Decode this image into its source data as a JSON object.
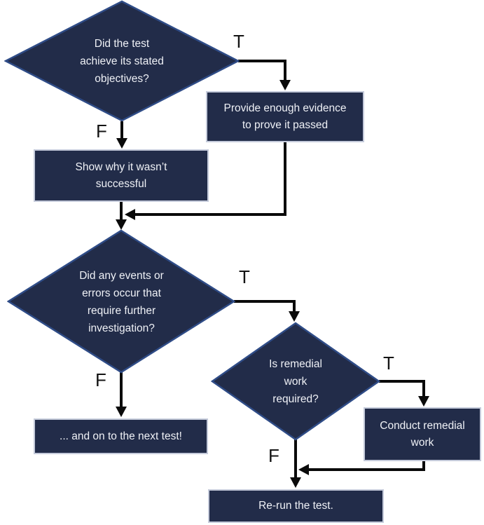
{
  "colors": {
    "shape_fill": "#222C49",
    "diamond_border": "#2F4C87",
    "box_border": "#C4CADA",
    "node_text": "#EFF1F6",
    "connector": "#0A0A0A",
    "background": "#FFFFFF"
  },
  "nodes": {
    "decision1": {
      "label": "Did the test\nachieve its stated\nobjectives?"
    },
    "box_evidence": {
      "label": "Provide enough evidence\nto prove it passed"
    },
    "box_show_why": {
      "label": "Show why it wasn’t\nsuccessful"
    },
    "decision2": {
      "label": "Did any events or\nerrors occur that\nrequire further\ninvestigation?"
    },
    "decision3": {
      "label": "Is remedial\nwork\nrequired?"
    },
    "box_next_test": {
      "label": "... and on to the next test!"
    },
    "box_conduct": {
      "label": "Conduct remedial\nwork"
    },
    "box_rerun": {
      "label": "Re-run the test."
    }
  },
  "branch_labels": {
    "d1_true": "T",
    "d1_false": "F",
    "d2_true": "T",
    "d2_false": "F",
    "d3_true": "T",
    "d3_false": "F"
  }
}
